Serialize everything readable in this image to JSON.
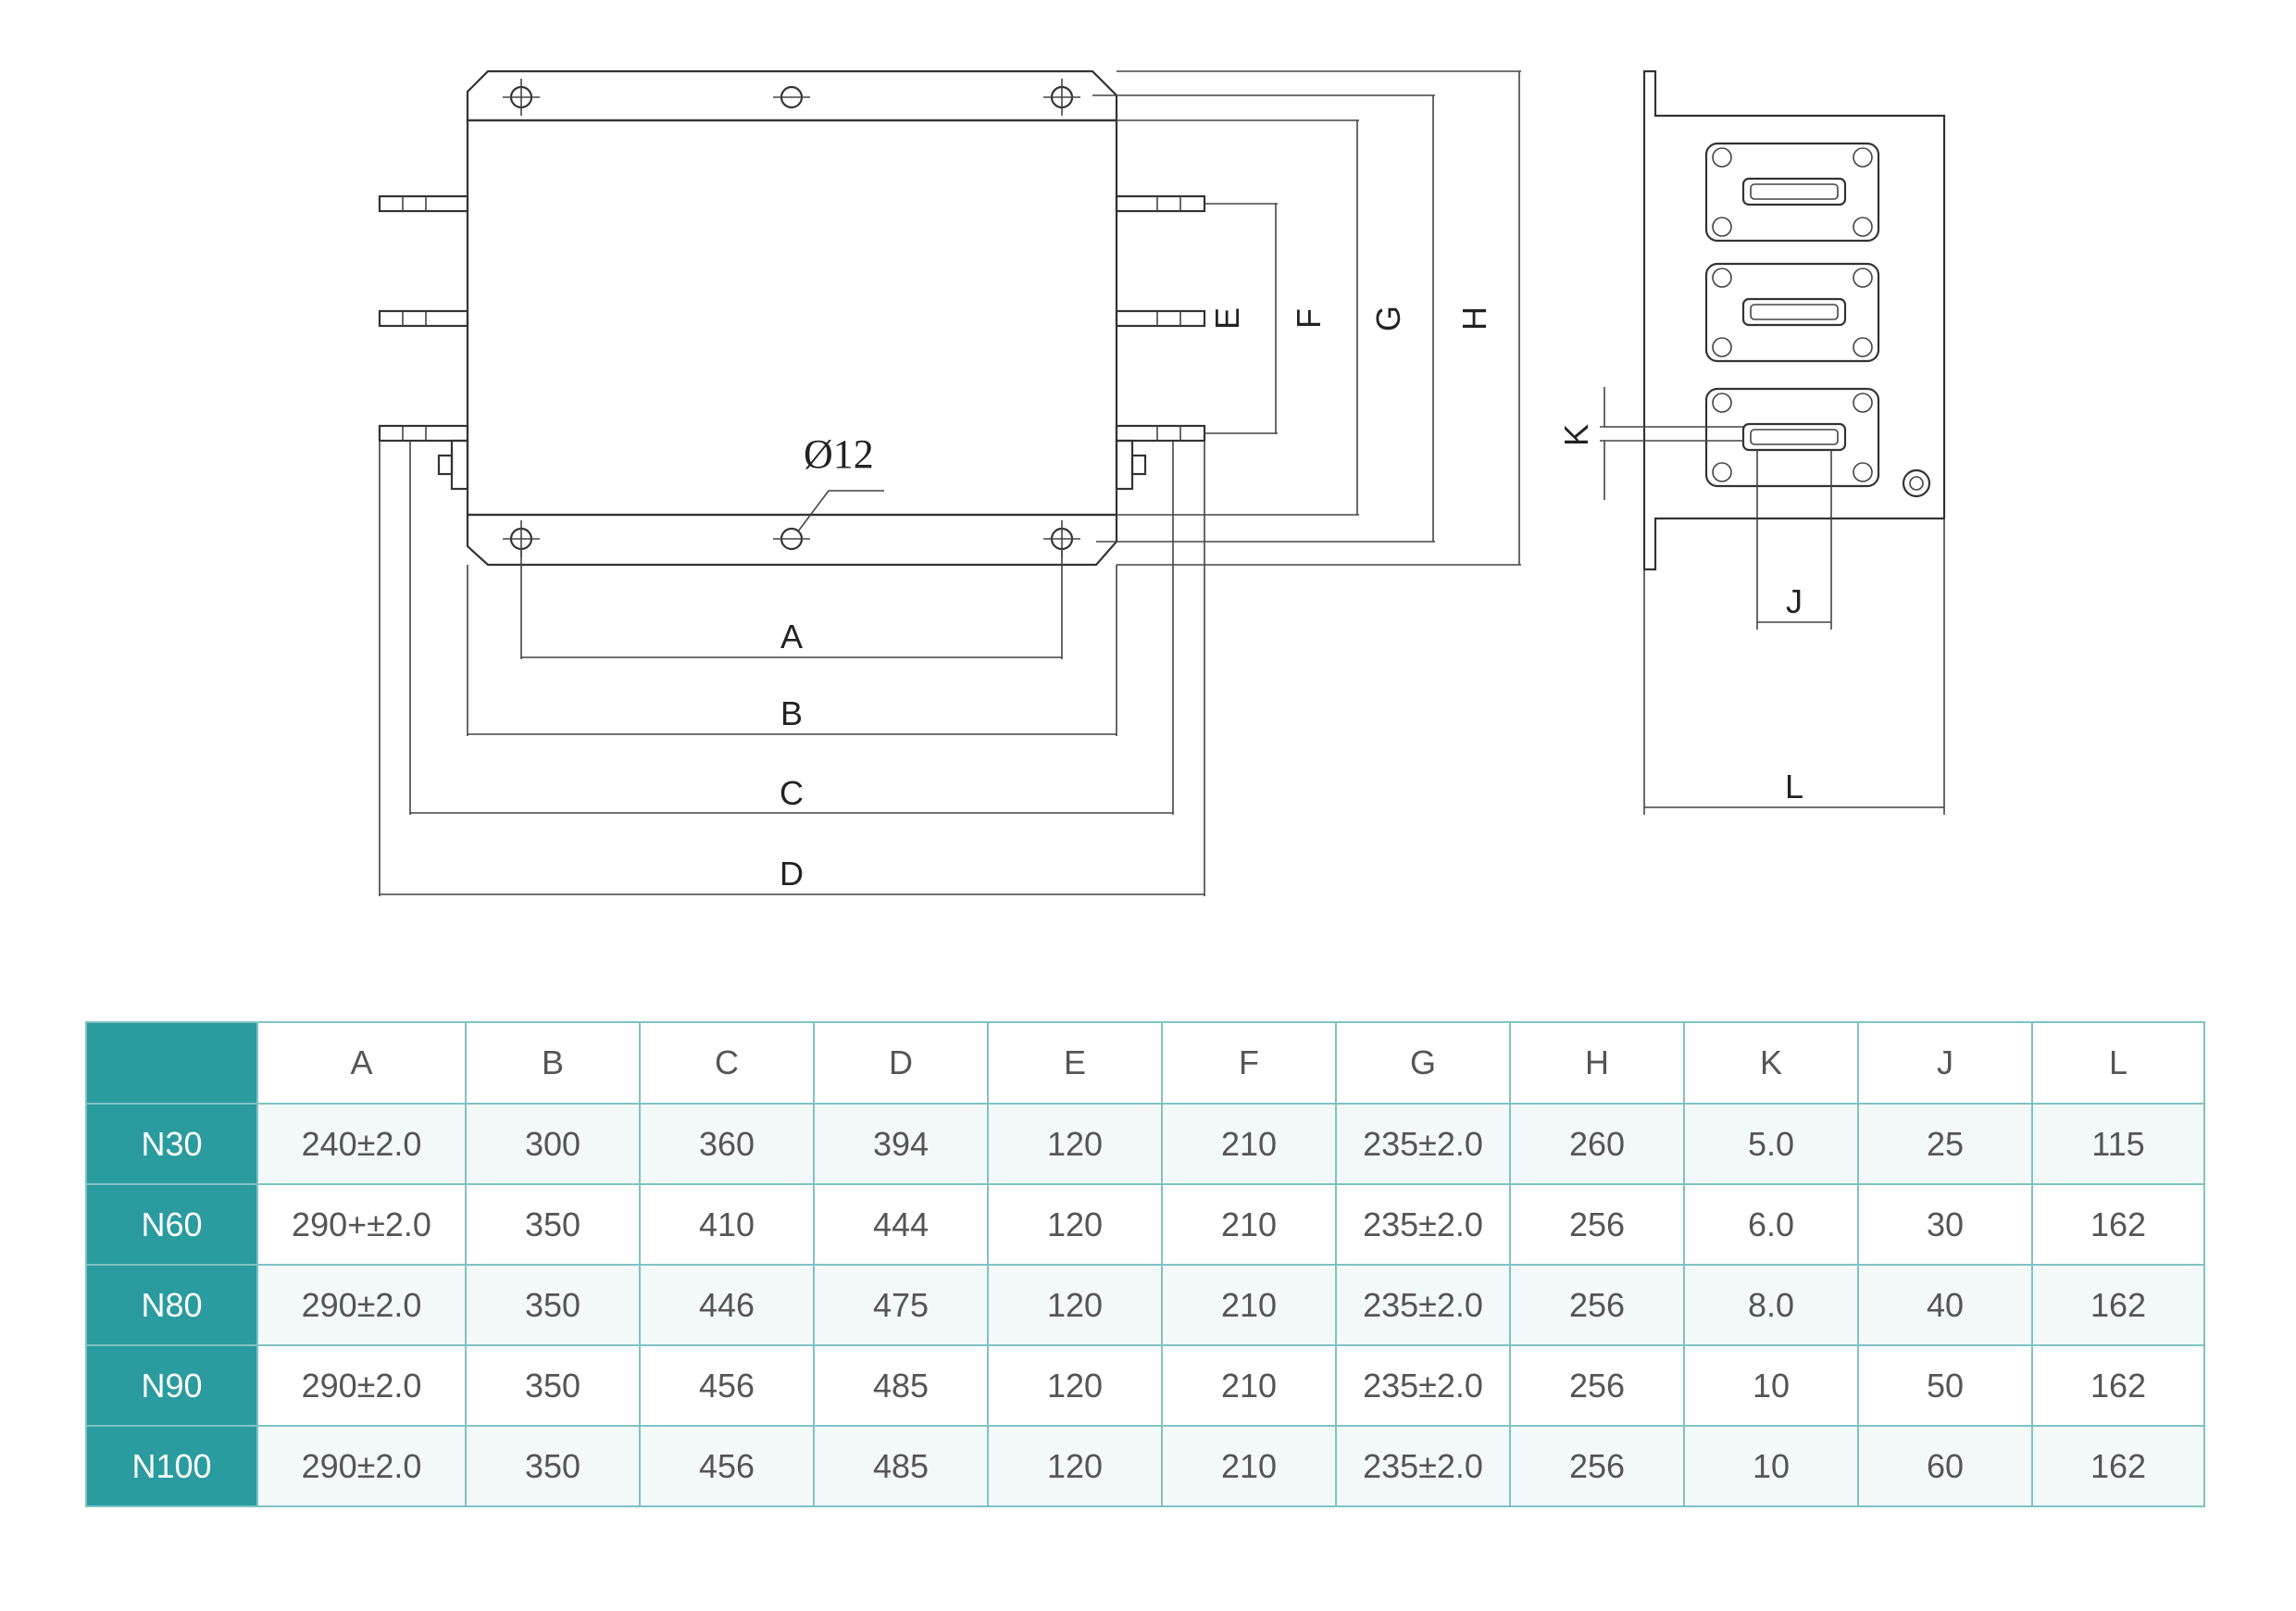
{
  "drawing": {
    "front_view_labels": {
      "A": "A",
      "B": "B",
      "C": "C",
      "D": "D",
      "E": "E",
      "F": "F",
      "G": "G",
      "H": "H"
    },
    "side_view_labels": {
      "J": "J",
      "K": "K",
      "L": "L"
    },
    "hole_label": "Ø12"
  },
  "table": {
    "headers": [
      "",
      "A",
      "B",
      "C",
      "D",
      "E",
      "F",
      "G",
      "H",
      "K",
      "J",
      "L"
    ],
    "rows": [
      {
        "model": "N30",
        "cells": [
          "240±2.0",
          "300",
          "360",
          "394",
          "120",
          "210",
          "235±2.0",
          "260",
          "5.0",
          "25",
          "115"
        ]
      },
      {
        "model": "N60",
        "cells": [
          "290+±2.0",
          "350",
          "410",
          "444",
          "120",
          "210",
          "235±2.0",
          "256",
          "6.0",
          "30",
          "162"
        ]
      },
      {
        "model": "N80",
        "cells": [
          "290±2.0",
          "350",
          "446",
          "475",
          "120",
          "210",
          "235±2.0",
          "256",
          "8.0",
          "40",
          "162"
        ]
      },
      {
        "model": "N90",
        "cells": [
          "290±2.0",
          "350",
          "456",
          "485",
          "120",
          "210",
          "235±2.0",
          "256",
          "10",
          "50",
          "162"
        ]
      },
      {
        "model": "N100",
        "cells": [
          "290±2.0",
          "350",
          "456",
          "485",
          "120",
          "210",
          "235±2.0",
          "256",
          "10",
          "60",
          "162"
        ]
      }
    ],
    "colors": {
      "header_accent": "#2a9b9f",
      "border": "#7fc2c4",
      "stripe": "#f3f8f8"
    }
  }
}
